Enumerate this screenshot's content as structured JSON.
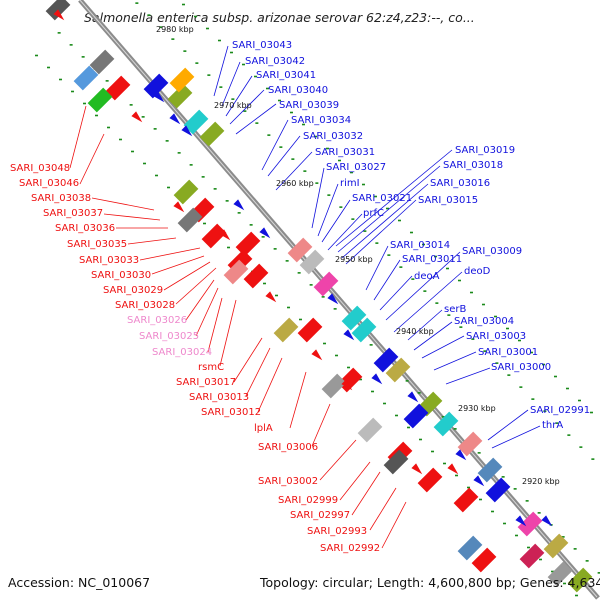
{
  "title": "Salmonella enterica subsp. arizonae serovar 62:z4,z23:--, co...",
  "footer": {
    "accession": "Accession: NC_010067",
    "summary": "Topology: circular; Length: 4,600,800 bp; Genes: 4,634"
  },
  "colors": {
    "forward_label": "#ee1111",
    "reverse_label": "#1111dd",
    "pseudo_label": "#ee88cc",
    "backbone": "#8c8c8c",
    "tick_dots": "#1a8a1a"
  },
  "scale_labels": [
    "2980 kbp",
    "2970 kbp",
    "2960 kbp",
    "2950 kbp",
    "2940 kbp",
    "2930 kbp",
    "2920 kbp"
  ],
  "reverse_genes": [
    "SARI_03043",
    "SARI_03042",
    "SARI_03041",
    "SARI_03040",
    "SARI_03039",
    "SARI_03034",
    "SARI_03032",
    "SARI_03031",
    "SARI_03027",
    "rimI",
    "SARI_03021",
    "prfC",
    "SARI_03019",
    "SARI_03018",
    "SARI_03016",
    "SARI_03015",
    "SARI_03014",
    "SARI_03011",
    "deoA",
    "SARI_03009",
    "deoD",
    "serB",
    "SARI_03004",
    "SARI_03003",
    "SARI_03001",
    "SARI_03000",
    "SARI_02991",
    "thrA"
  ],
  "forward_genes": [
    "SARI_03048",
    "SARI_03046",
    "SARI_03038",
    "SARI_03037",
    "SARI_03036",
    "SARI_03035",
    "SARI_03033",
    "SARI_03030",
    "SARI_03029",
    "SARI_03028",
    "SARI_03026",
    "SARI_03025",
    "SARI_03024",
    "rsmC",
    "SARI_03017",
    "SARI_03013",
    "SARI_03012",
    "lplA",
    "SARI_03006",
    "SARI_03002",
    "SARI_02999",
    "SARI_02997",
    "SARI_02993",
    "SARI_02992"
  ]
}
